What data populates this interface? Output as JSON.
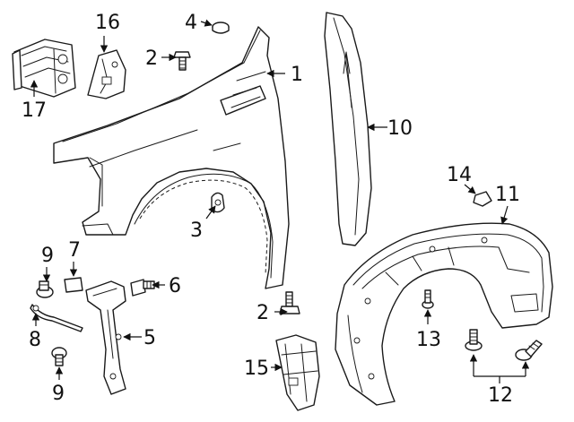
{
  "callouts": [
    {
      "id": "c1",
      "text": "1"
    },
    {
      "id": "c2a",
      "text": "2"
    },
    {
      "id": "c2b",
      "text": "2"
    },
    {
      "id": "c3",
      "text": "3"
    },
    {
      "id": "c4",
      "text": "4"
    },
    {
      "id": "c5",
      "text": "5"
    },
    {
      "id": "c6",
      "text": "6"
    },
    {
      "id": "c7",
      "text": "7"
    },
    {
      "id": "c8",
      "text": "8"
    },
    {
      "id": "c9a",
      "text": "9"
    },
    {
      "id": "c9b",
      "text": "9"
    },
    {
      "id": "c10",
      "text": "10"
    },
    {
      "id": "c11",
      "text": "11"
    },
    {
      "id": "c12",
      "text": "12"
    },
    {
      "id": "c13",
      "text": "13"
    },
    {
      "id": "c14",
      "text": "14"
    },
    {
      "id": "c15",
      "text": "15"
    },
    {
      "id": "c16",
      "text": "16"
    },
    {
      "id": "c17",
      "text": "17"
    }
  ]
}
